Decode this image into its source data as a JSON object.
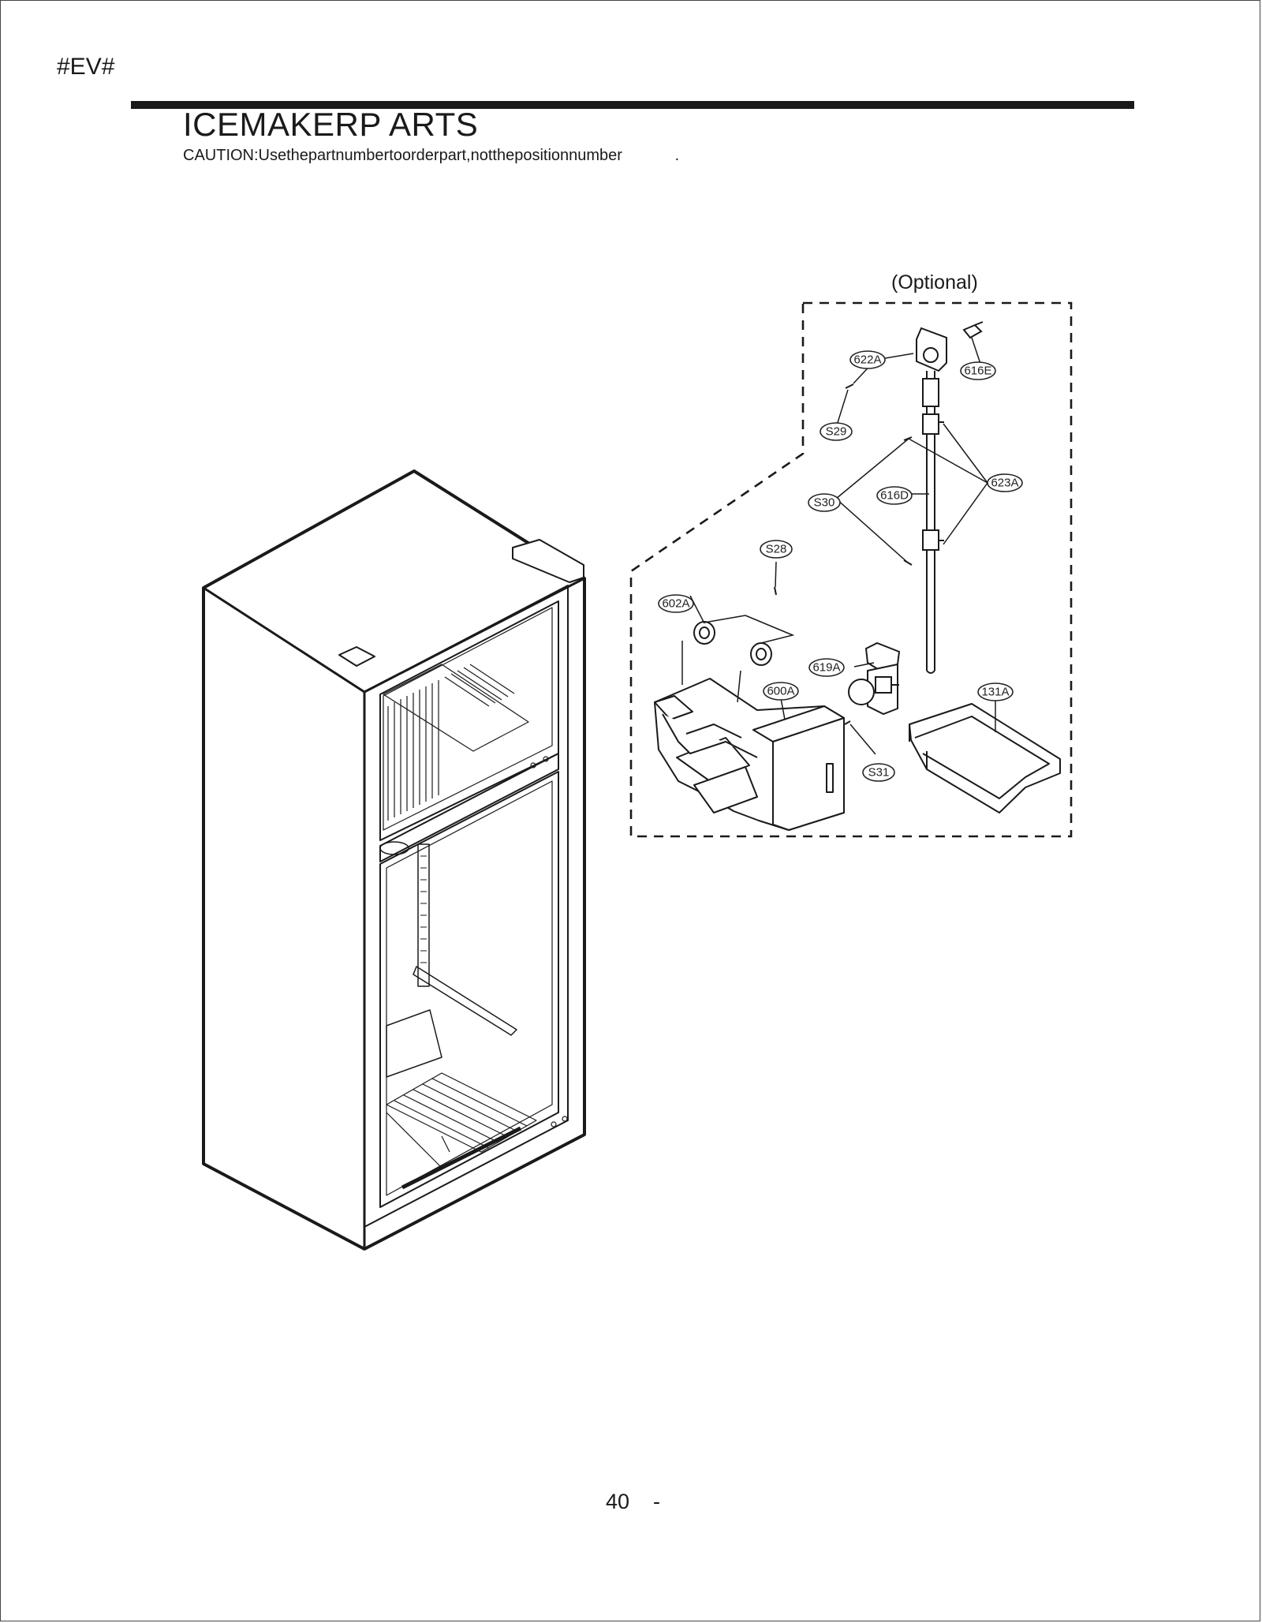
{
  "header": {
    "doc_code": "#EV#",
    "title": "ICEMAKERP  ARTS",
    "caution": "CAUTION:Usethepartnumbertoorderpart,notthepositionnumber            ."
  },
  "diagram": {
    "optional_label": "(Optional)",
    "callouts": {
      "c622A": "622A",
      "c616E": "616E",
      "cS29": "S29",
      "c623A": "623A",
      "c616D": "616D",
      "cS30": "S30",
      "cS28": "S28",
      "c602A": "602A",
      "c619A": "619A",
      "c600A": "600A",
      "c131A": "131A",
      "cS31": "S31"
    }
  },
  "footer": {
    "page_number": "40    -"
  }
}
